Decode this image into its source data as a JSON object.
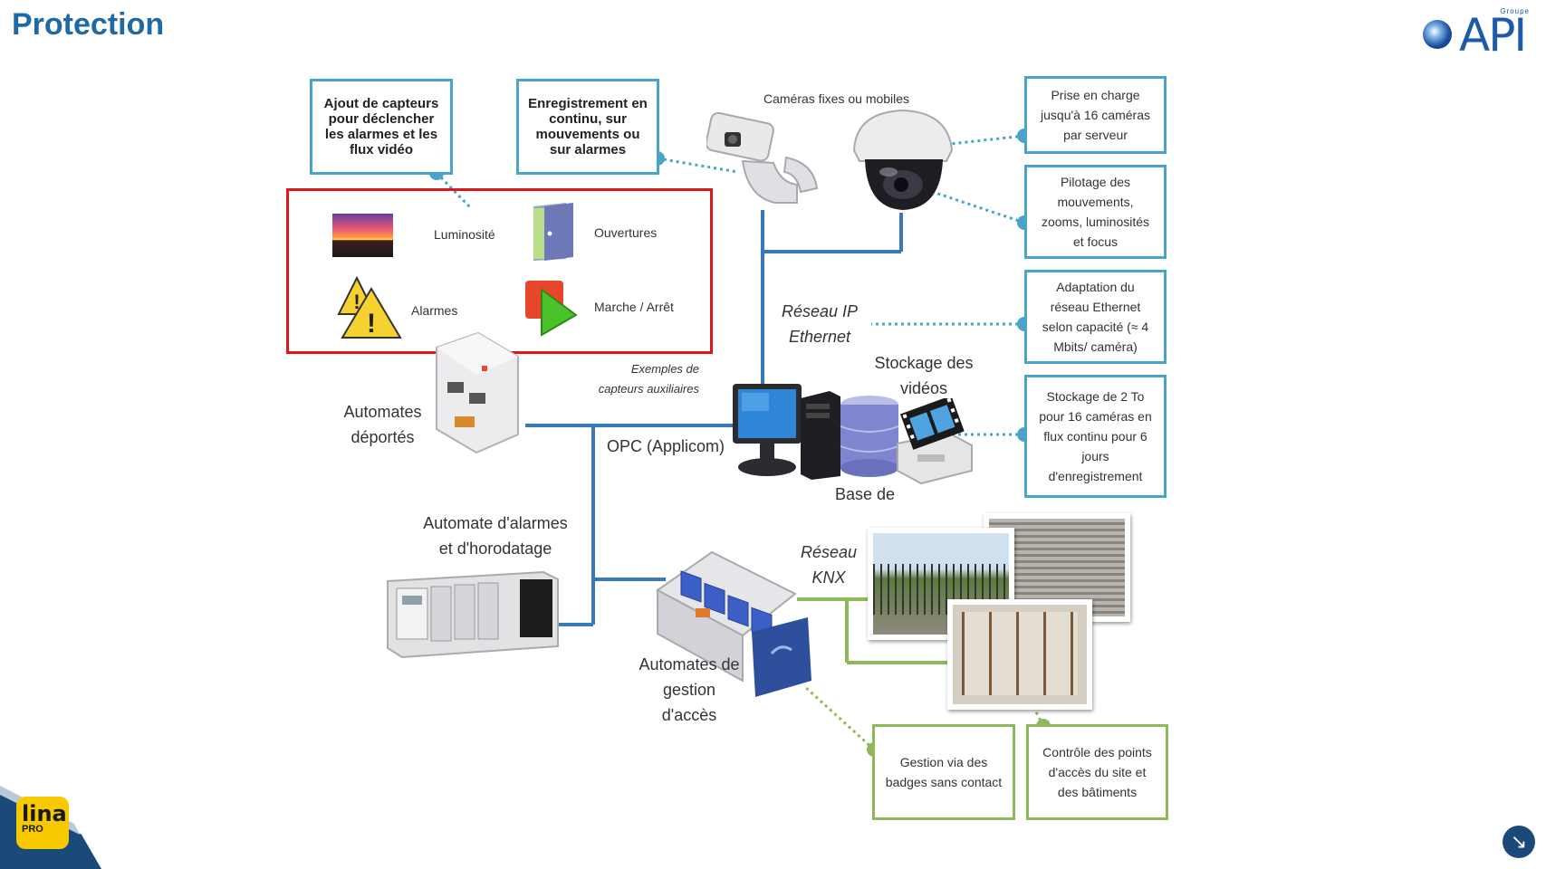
{
  "header": {
    "title": "Protection"
  },
  "brand": {
    "logo_text": "API",
    "logo_small": "Groupe"
  },
  "callouts": {
    "sensors": "Ajout de capteurs pour déclencher les alarmes et les flux vidéo",
    "recording": "Enregistrement en continu, sur mouvements ou sur alarmes",
    "capacity": "Prise en charge jusqu'à 16 caméras par serveur",
    "piloting": "Pilotage des mouvements, zooms, luminosités et focus",
    "network": "Adaptation du réseau Ethernet selon capacité (≈ 4 Mbits/ caméra)",
    "storage": "Stockage de 2 To pour 16 caméras en flux continu pour 6 jours d'enregistrement",
    "badges": "Gestion via des badges sans contact",
    "access_points": "Contrôle des points d'accès du site et des bâtiments"
  },
  "sensor_panel": {
    "items": [
      "Luminosité",
      "Ouvertures",
      "Alarmes",
      "Marche / Arrêt"
    ],
    "caption_line1": "Exemples de",
    "caption_line2": "capteurs auxiliaires"
  },
  "labels": {
    "cameras": "Caméras fixes ou mobiles",
    "ip_network_line1": "Réseau IP",
    "ip_network_line2": "Ethernet",
    "video_storage_line1": "Stockage des",
    "video_storage_line2": "vidéos",
    "database": "Base de",
    "opc": "OPC (Applicom)",
    "remote_plc_line1": "Automates",
    "remote_plc_line2": "déportés",
    "alarm_plc_line1": "Automate d'alarmes",
    "alarm_plc_line2": "et d'horodatage",
    "knx_line1": "Réseau",
    "knx_line2": "KNX",
    "access_plc_line1": "Automates de",
    "access_plc_line2": "gestion d'accès"
  },
  "footer": {
    "lina_line1": "lina",
    "lina_line2": "PRO",
    "nav_arrow": "↘"
  },
  "colors": {
    "title": "#1f6aa5",
    "blue_line": "#3a78b8",
    "callout_border": "#4aa3c8",
    "green": "#8db95a",
    "red": "#e0161d",
    "lina": "#f7c900"
  }
}
